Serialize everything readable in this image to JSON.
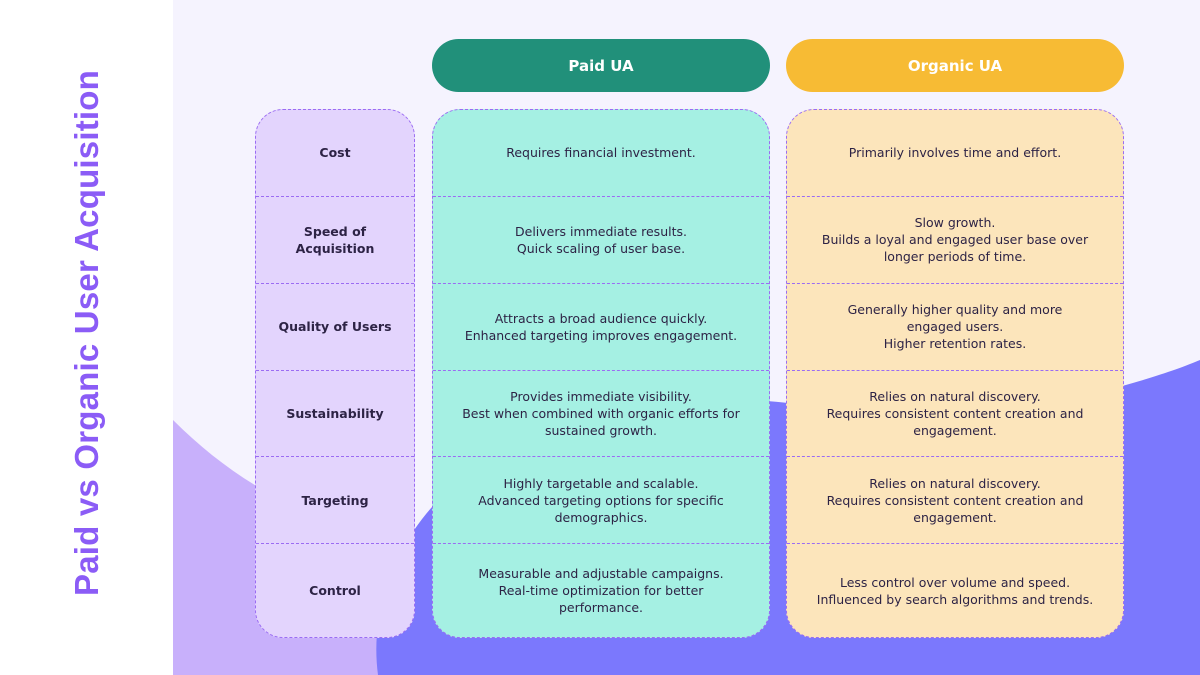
{
  "title": "Paid vs Organic User Acquisition",
  "colors": {
    "title": "#8b5cf6",
    "paid_header": "#21907a",
    "organic_header": "#f7bb34",
    "labels_fill": "#e3d4fd",
    "paid_fill": "#a5f0e3",
    "organic_fill": "#fce5bb",
    "border": "#9b6cf3",
    "background": "#f5f3fe",
    "blob_light": "#c8b0fb",
    "blob_dark": "#7b78fd"
  },
  "headers": {
    "paid": "Paid UA",
    "organic": "Organic UA"
  },
  "rows": [
    {
      "label": "Cost",
      "paid": "Requires financial investment.",
      "organic": "Primarily involves time and effort."
    },
    {
      "label": "Speed of\nAcquisition",
      "paid": "Delivers immediate results.\nQuick scaling of user base.",
      "organic": "Slow growth.\nBuilds a loyal and engaged user base over\nlonger periods of time."
    },
    {
      "label": "Quality of Users",
      "paid": "Attracts a broad audience quickly.\nEnhanced targeting improves engagement.",
      "organic": "Generally higher quality and more\nengaged users.\nHigher retention rates."
    },
    {
      "label": "Sustainability",
      "paid": "Provides immediate visibility.\nBest when combined with organic efforts for\nsustained growth.",
      "organic": "Relies on natural discovery.\nRequires consistent content creation and\nengagement."
    },
    {
      "label": "Targeting",
      "paid": "Highly targetable and scalable.\nAdvanced targeting options for specific\ndemographics.",
      "organic": "Relies on natural discovery.\nRequires consistent content creation and\nengagement."
    },
    {
      "label": "Control",
      "paid": "Measurable and adjustable campaigns.\nReal-time optimization for better\nperformance.",
      "organic": "Less control over volume and speed.\nInfluenced by search algorithms and trends."
    }
  ]
}
